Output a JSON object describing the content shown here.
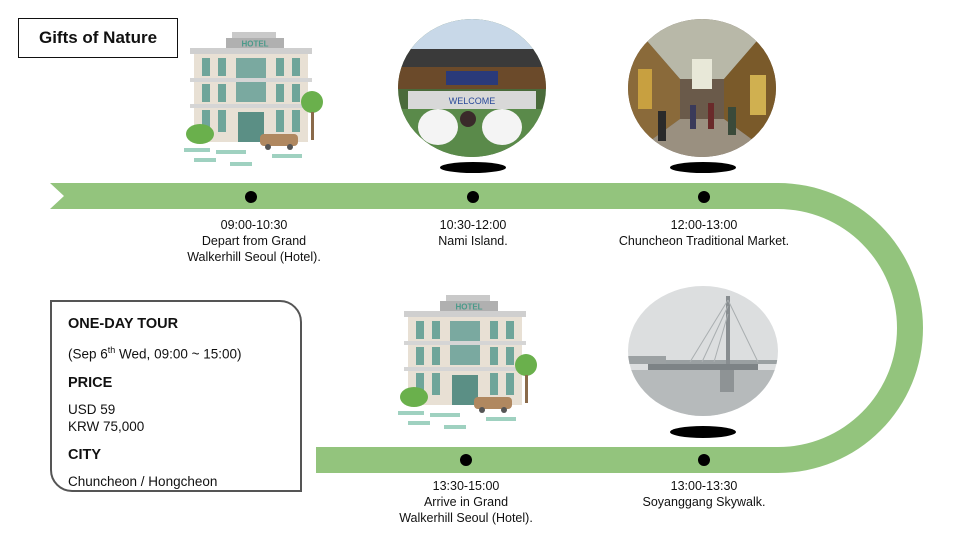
{
  "title": "Gifts of Nature",
  "stops": [
    {
      "time": "09:00-10:30",
      "line1": "Depart from Grand",
      "line2": "Walkerhill Seoul (Hotel).",
      "image": "hotel-illustration"
    },
    {
      "time": "10:30-12:00",
      "line1": "Nami Island.",
      "line2": "",
      "image": "nami-island-photo"
    },
    {
      "time": "12:00-13:00",
      "line1": "Chuncheon Traditional Market.",
      "line2": "",
      "image": "market-photo"
    },
    {
      "time": "13:00-13:30",
      "line1": "Soyanggang Skywalk.",
      "line2": "",
      "image": "skywalk-photo"
    },
    {
      "time": "13:30-15:00",
      "line1": "Arrive in Grand",
      "line2": "Walkerhill Seoul (Hotel).",
      "image": "hotel-illustration"
    }
  ],
  "hotel_sign": "HOTEL",
  "nami_sign": "WELCOME",
  "info": {
    "tour_heading": "ONE-DAY TOUR",
    "tour_date_prefix": "(Sep 6",
    "tour_date_sup": "th",
    "tour_date_suffix": " Wed, 09:00 ~ 15:00)",
    "price_heading": "PRICE",
    "price_usd": "USD 59",
    "price_krw": "KRW 75,000",
    "city_heading": "CITY",
    "city": "Chuncheon / Hongcheon"
  },
  "colors": {
    "road": "#93c47d",
    "pin": "#000000",
    "card_border": "#555555"
  }
}
